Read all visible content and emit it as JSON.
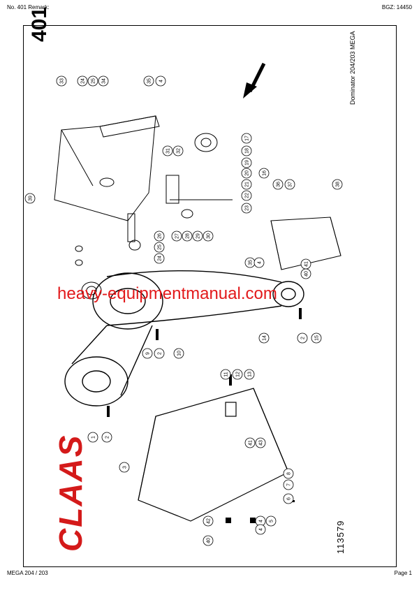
{
  "header": {
    "left": "No. 401    Remark:",
    "right": "BGZ: 14450"
  },
  "sheet": {
    "number": "401",
    "model_vertical": "Dominator 204/203 MEGA",
    "drawing_number": "113579"
  },
  "brand": {
    "logo_text": "CLAAS",
    "color": "#d41a1a"
  },
  "watermark": {
    "text": "heavy-equipmentmanual.com",
    "color": "#e2191b"
  },
  "footer": {
    "left": "MEGA 204 / 203",
    "right": "Page 1"
  },
  "callouts": [
    "33",
    "24",
    "25",
    "34",
    "35",
    "4",
    "31",
    "32",
    "17",
    "18",
    "19",
    "20",
    "21",
    "22",
    "23",
    "16",
    "36",
    "37",
    "38",
    "39",
    "26",
    "27",
    "28",
    "29",
    "30",
    "25",
    "24",
    "35",
    "4",
    "41",
    "40",
    "10",
    "14",
    "15",
    "2",
    "9",
    "2",
    "1",
    "2",
    "11",
    "12",
    "13",
    "41",
    "43",
    "3",
    "8",
    "7",
    "6",
    "42",
    "40",
    "4",
    "5",
    "4"
  ]
}
